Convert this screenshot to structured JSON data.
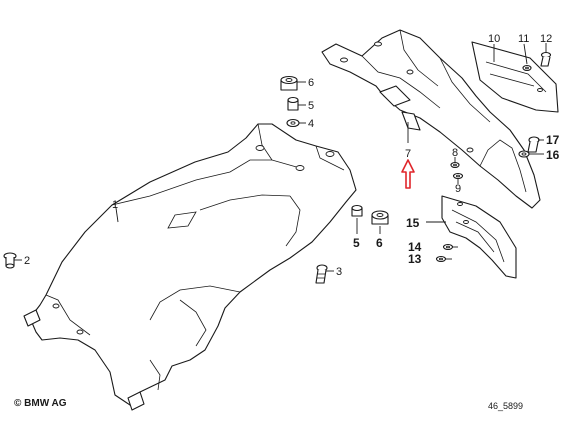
{
  "copyright": "© BMW AG",
  "diagram_ref": "46_5899",
  "arrow_color": "#e0262b",
  "callouts": [
    {
      "id": "1",
      "text": "1",
      "bold": false
    },
    {
      "id": "2",
      "text": "2",
      "bold": false
    },
    {
      "id": "3",
      "text": "3",
      "bold": false
    },
    {
      "id": "4",
      "text": "4",
      "bold": false
    },
    {
      "id": "5",
      "text": "5",
      "bold": false
    },
    {
      "id": "6",
      "text": "6",
      "bold": false
    },
    {
      "id": "5b",
      "text": "5",
      "bold": true
    },
    {
      "id": "6b",
      "text": "6",
      "bold": true
    },
    {
      "id": "7",
      "text": "7",
      "bold": false
    },
    {
      "id": "8",
      "text": "8",
      "bold": false
    },
    {
      "id": "9",
      "text": "9",
      "bold": false
    },
    {
      "id": "10",
      "text": "10",
      "bold": false
    },
    {
      "id": "11",
      "text": "11",
      "bold": false
    },
    {
      "id": "12",
      "text": "12",
      "bold": false
    },
    {
      "id": "13",
      "text": "13",
      "bold": true
    },
    {
      "id": "14",
      "text": "14",
      "bold": true
    },
    {
      "id": "15",
      "text": "15",
      "bold": true
    },
    {
      "id": "16",
      "text": "16",
      "bold": true
    },
    {
      "id": "17",
      "text": "17",
      "bold": true
    }
  ]
}
